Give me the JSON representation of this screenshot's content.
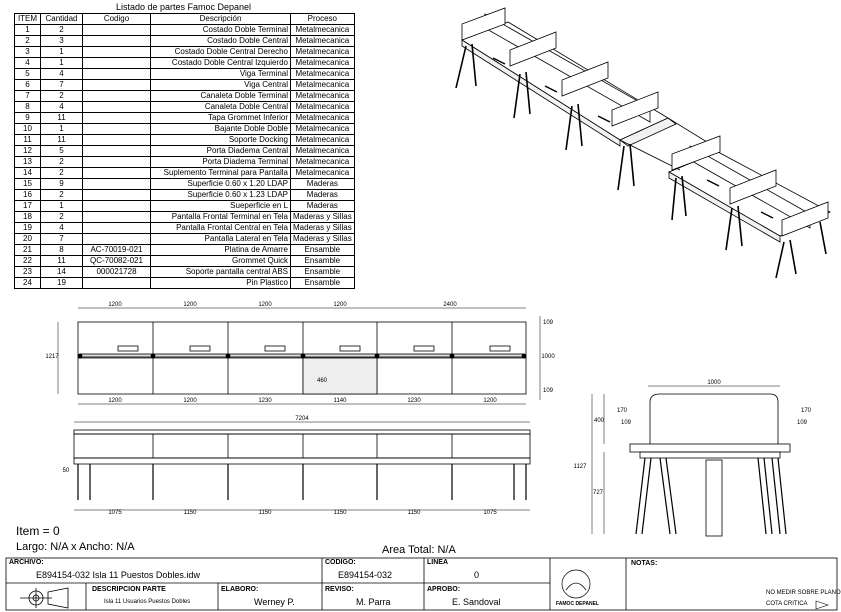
{
  "parts_table": {
    "title": "Listado de partes Famoc Depanel",
    "headers": [
      "ITEM",
      "Cantidad",
      "Codigo",
      "Descripción",
      "Proceso"
    ],
    "rows": [
      [
        "1",
        "2",
        "",
        "Costado Doble Terminal",
        "Metalmecanica"
      ],
      [
        "2",
        "3",
        "",
        "Costado Doble Central",
        "Metalmecanica"
      ],
      [
        "3",
        "1",
        "",
        "Costado Doble Central Derecho",
        "Metalmecanica"
      ],
      [
        "4",
        "1",
        "",
        "Costado Doble Central Izquierdo",
        "Metalmecanica"
      ],
      [
        "5",
        "4",
        "",
        "Viga Terminal",
        "Metalmecanica"
      ],
      [
        "6",
        "7",
        "",
        "Viga Central",
        "Metalmecanica"
      ],
      [
        "7",
        "2",
        "",
        "Canaleta Doble Terminal",
        "Metalmecanica"
      ],
      [
        "8",
        "4",
        "",
        "Canaleta Doble Central",
        "Metalmecanica"
      ],
      [
        "9",
        "11",
        "",
        "Tapa Grommet Inferior",
        "Metalmecanica"
      ],
      [
        "10",
        "1",
        "",
        "Bajante Doble Doble",
        "Metalmecanica"
      ],
      [
        "11",
        "11",
        "",
        "Soporte Docking",
        "Metalmecanica"
      ],
      [
        "12",
        "5",
        "",
        "Porta Diadema Central",
        "Metalmecanica"
      ],
      [
        "13",
        "2",
        "",
        "Porta Diadema Terminal",
        "Metalmecanica"
      ],
      [
        "14",
        "2",
        "",
        "Suplemento Terminal para Pantalla",
        "Metalmecanica"
      ],
      [
        "15",
        "9",
        "",
        "Superficie 0.60 x 1.20 LDAP",
        "Maderas"
      ],
      [
        "16",
        "2",
        "",
        "Superficie 0.60 x 1.23 LDAP",
        "Maderas"
      ],
      [
        "17",
        "1",
        "",
        "Sueperficie en L",
        "Maderas"
      ],
      [
        "18",
        "2",
        "",
        "Pantalla Frontal Terminal en Tela",
        "Maderas y Sillas"
      ],
      [
        "19",
        "4",
        "",
        "Pantalla Frontal Central en Tela",
        "Maderas y Sillas"
      ],
      [
        "20",
        "7",
        "",
        "Pantalla Lateral en Tela",
        "Maderas y Sillas"
      ],
      [
        "21",
        "8",
        "AC-70019-021",
        "Platina de Amarre",
        "Ensamble"
      ],
      [
        "22",
        "11",
        "QC-70082-021",
        "Grommet Quick",
        "Ensamble"
      ],
      [
        "23",
        "14",
        "000021728",
        "Soporte pantalla central ABS",
        "Ensamble"
      ],
      [
        "24",
        "19",
        "",
        "Pin Plastico",
        "Ensamble"
      ]
    ]
  },
  "drawing": {
    "plan_top_dims": [
      "1200",
      "1200",
      "1200",
      "1200",
      "2400"
    ],
    "plan_bottom_dims": [
      "1200",
      "1200",
      "1230",
      "1140",
      "1230",
      "1200"
    ],
    "plan_left_dim": "1217",
    "plan_right_dims": [
      "109",
      "1000",
      "109"
    ],
    "plan_inner_dim": "460",
    "front_total": "7204",
    "front_bottom_dims": [
      "1075",
      "1150",
      "1150",
      "1150",
      "1150",
      "1075"
    ],
    "front_left_dim": "50",
    "side_width": "1000",
    "side_left_dims": [
      "170",
      "109"
    ],
    "side_right_dims": [
      "170",
      "109"
    ],
    "side_height_top": "400",
    "side_height_total": "1127",
    "side_height_desk": "727"
  },
  "info": {
    "item": "Item = 0",
    "size": "Largo: N/A x Ancho: N/A",
    "area": "Area Total: N/A"
  },
  "title_block": {
    "archivo_label": "ARCHIVO:",
    "archivo_value": "E894154-032 Isla 11 Puestos Dobles.idw",
    "codigo_label": "CODIGO:",
    "codigo_value": "E894154-032",
    "linea_label": "LINEA",
    "linea_value": "0",
    "descripcion_label": "DESCRIPCION PARTE",
    "descripcion_value": "Isla 11 Usuarios Puestos Dobles",
    "elaboro_label": "ELABORO:",
    "elaboro_value": "Werney P.",
    "reviso_label": "REVISO:",
    "reviso_value": "M. Parra",
    "aprobo_label": "APROBO:",
    "aprobo_value": "E. Sandoval",
    "logo_text": "FAMOC DEPANEL",
    "notas_label": "NOTAS:",
    "note1": "NO MEDIR SOBRE PLANO",
    "note2": "COTA CRITICA"
  }
}
